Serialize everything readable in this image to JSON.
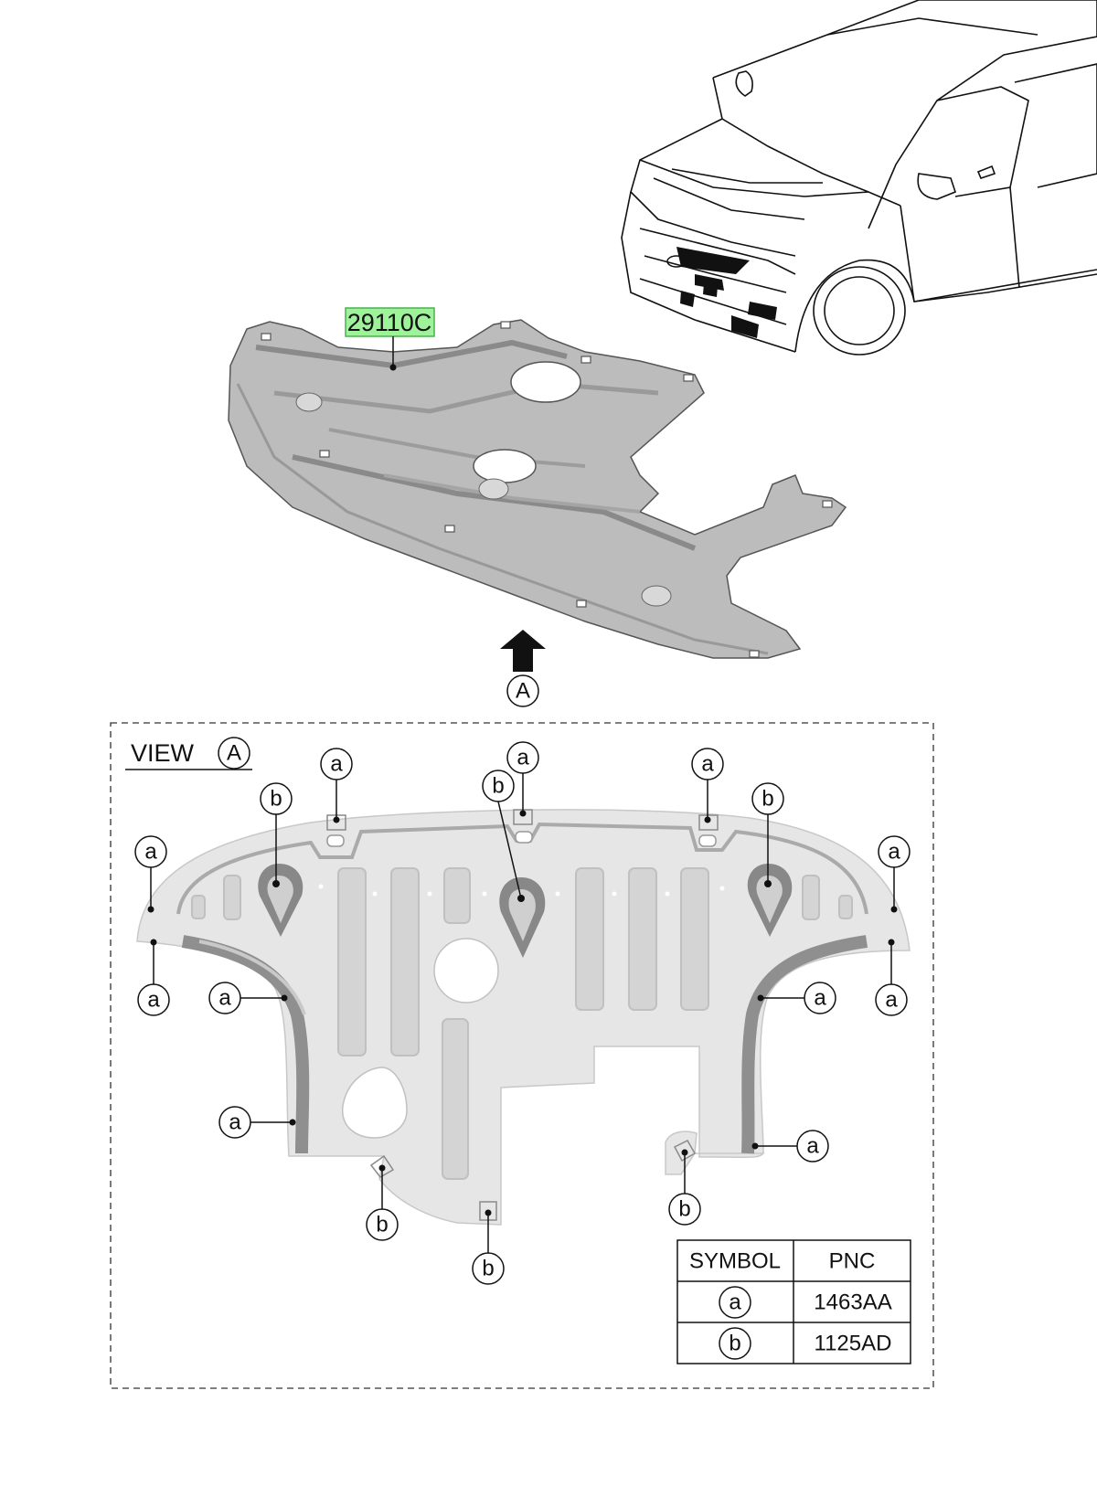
{
  "part_number": "29110C",
  "view_arrow_letter": "A",
  "view": {
    "title": "VIEW",
    "letter": "A"
  },
  "symbols": {
    "a": "a",
    "b": "b"
  },
  "legend": {
    "headers": [
      "SYMBOL",
      "PNC"
    ],
    "rows": [
      {
        "symbol": "a",
        "pnc": "1463AA"
      },
      {
        "symbol": "b",
        "pnc": "1125AD"
      }
    ]
  },
  "colors": {
    "label_highlight": "#9ef29a",
    "panel_gray": "#e6e6e6",
    "iso_panel": "#b9b9b9"
  }
}
